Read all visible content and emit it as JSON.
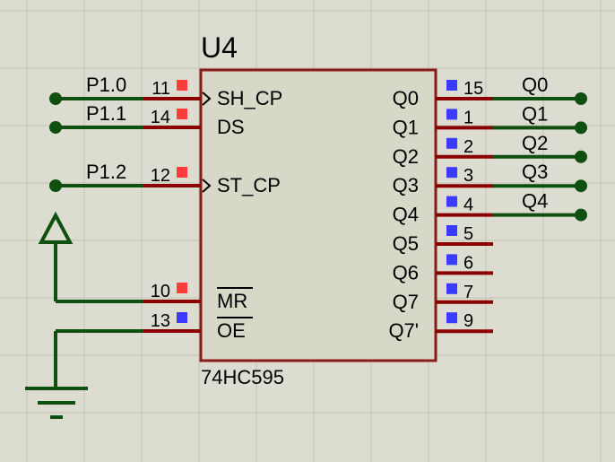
{
  "component": {
    "ref": "U4",
    "part": "74HC595",
    "body_fill": "#d8d8c8",
    "body_stroke": "#8b1a1a"
  },
  "colors": {
    "wire": "#0f4f0f",
    "pin": "#8b0000",
    "logic_high": "#ff3b3b",
    "logic_low": "#3b3bff",
    "grid": "#c4c4b4"
  },
  "left_pins": [
    {
      "name": "SH_CP",
      "number": "11",
      "net": "P1.0",
      "state": "high",
      "clock": true,
      "overline": false
    },
    {
      "name": "DS",
      "number": "14",
      "net": "P1.1",
      "state": "high",
      "clock": false,
      "overline": false
    },
    {
      "name": "ST_CP",
      "number": "12",
      "net": "P1.2",
      "state": "high",
      "clock": true,
      "overline": false
    },
    {
      "name": "MR",
      "number": "10",
      "net": "",
      "state": "high",
      "clock": false,
      "overline": true
    },
    {
      "name": "OE",
      "number": "13",
      "net": "",
      "state": "low",
      "clock": false,
      "overline": true
    }
  ],
  "right_pins": [
    {
      "name": "Q0",
      "number": "15",
      "net": "Q0",
      "state": "low"
    },
    {
      "name": "Q1",
      "number": "1",
      "net": "Q1",
      "state": "low"
    },
    {
      "name": "Q2",
      "number": "2",
      "net": "Q2",
      "state": "low"
    },
    {
      "name": "Q3",
      "number": "3",
      "net": "Q3",
      "state": "low"
    },
    {
      "name": "Q4",
      "number": "4",
      "net": "Q4",
      "state": "low"
    },
    {
      "name": "Q5",
      "number": "5",
      "net": "",
      "state": "low"
    },
    {
      "name": "Q6",
      "number": "6",
      "net": "",
      "state": "low"
    },
    {
      "name": "Q7",
      "number": "7",
      "net": "",
      "state": "low"
    },
    {
      "name": "Q7'",
      "number": "9",
      "net": "",
      "state": "low"
    }
  ],
  "symbols": {
    "power": "power-terminal-icon",
    "ground": "ground-terminal-icon"
  }
}
